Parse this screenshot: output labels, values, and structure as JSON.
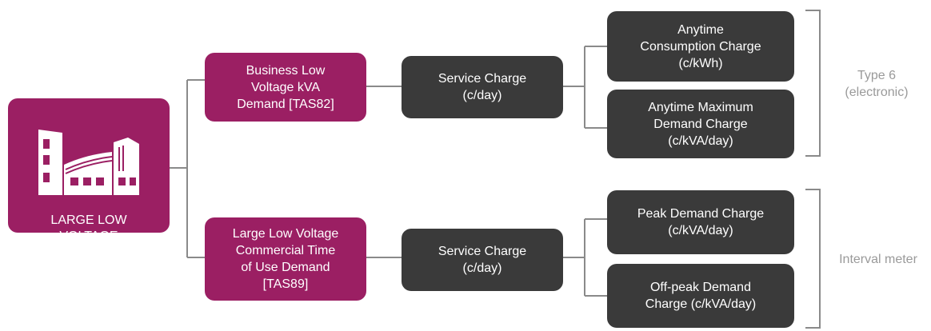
{
  "root": {
    "label": "LARGE LOW\nVOLTAGE",
    "icon": "factory-icon"
  },
  "tariffs": [
    {
      "name": "Business Low\nVoltage kVA\nDemand [TAS82]",
      "service_charge": "Service Charge\n(c/day)",
      "charges": [
        "Anytime\nConsumption Charge\n(c/kWh)",
        "Anytime Maximum\nDemand Charge\n(c/kVA/day)"
      ],
      "meter": "Type 6\n(electronic)"
    },
    {
      "name": "Large Low Voltage\nCommercial Time\nof Use Demand\n[TAS89]",
      "service_charge": "Service Charge\n(c/day)",
      "charges": [
        "Peak Demand Charge\n(c/kVA/day)",
        "Off-peak Demand\nCharge (c/kVA/day)"
      ],
      "meter": "Interval meter"
    }
  ],
  "colors": {
    "magenta": "#9b1f63",
    "dark": "#3a3a3a",
    "connector": "#8a8a8a",
    "meter_text": "#9a9a9a"
  }
}
